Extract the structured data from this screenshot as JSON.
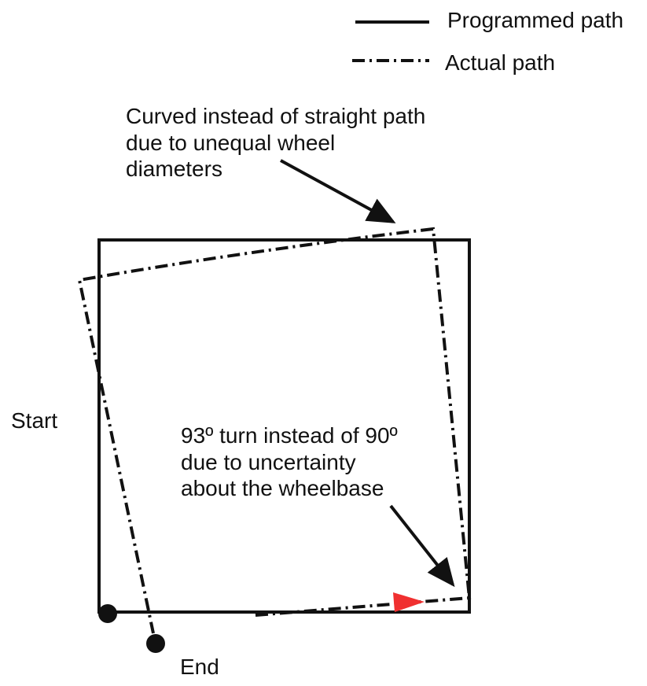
{
  "legend": {
    "programmed_label": "Programmed path",
    "actual_label": "Actual path"
  },
  "annotations": {
    "curved": {
      "line1": "Curved instead of straight path",
      "line2": "due to unequal wheel",
      "line3": "diameters"
    },
    "turn": {
      "line1": "93º turn instead of 90º",
      "line2": "due to uncertainty",
      "line3": "about the wheelbase"
    }
  },
  "labels": {
    "start": "Start",
    "end": "End"
  },
  "colors": {
    "ink": "#111111",
    "direction_marker": "#f03030"
  }
}
